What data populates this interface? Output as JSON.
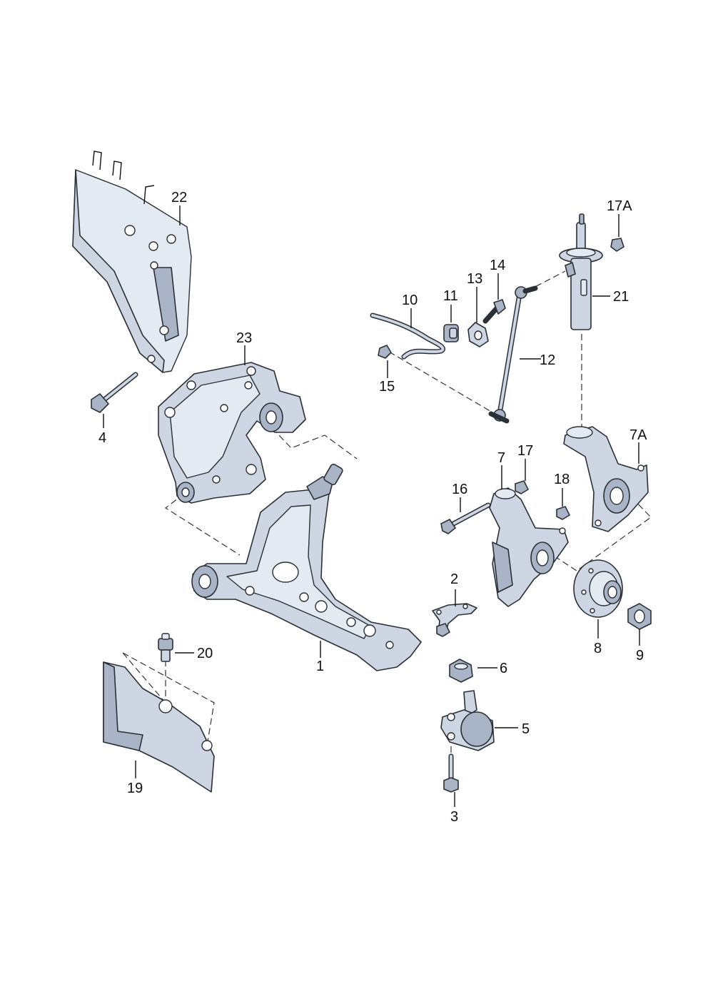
{
  "callouts": {
    "c1": "1",
    "c2": "2",
    "c3": "3",
    "c4": "4",
    "c5": "5",
    "c6": "6",
    "c7": "7",
    "c7a": "7A",
    "c8": "8",
    "c9": "9",
    "c10": "10",
    "c11": "11",
    "c12": "12",
    "c13": "13",
    "c14": "14",
    "c15": "15",
    "c16": "16",
    "c17": "17",
    "c17a": "17A",
    "c18": "18",
    "c19": "19",
    "c20": "20",
    "c21": "21",
    "c22": "22",
    "c23": "23"
  },
  "colors": {
    "part_fill": "#cdd6e2",
    "outline": "#2b2f36",
    "background": "#ffffff"
  }
}
